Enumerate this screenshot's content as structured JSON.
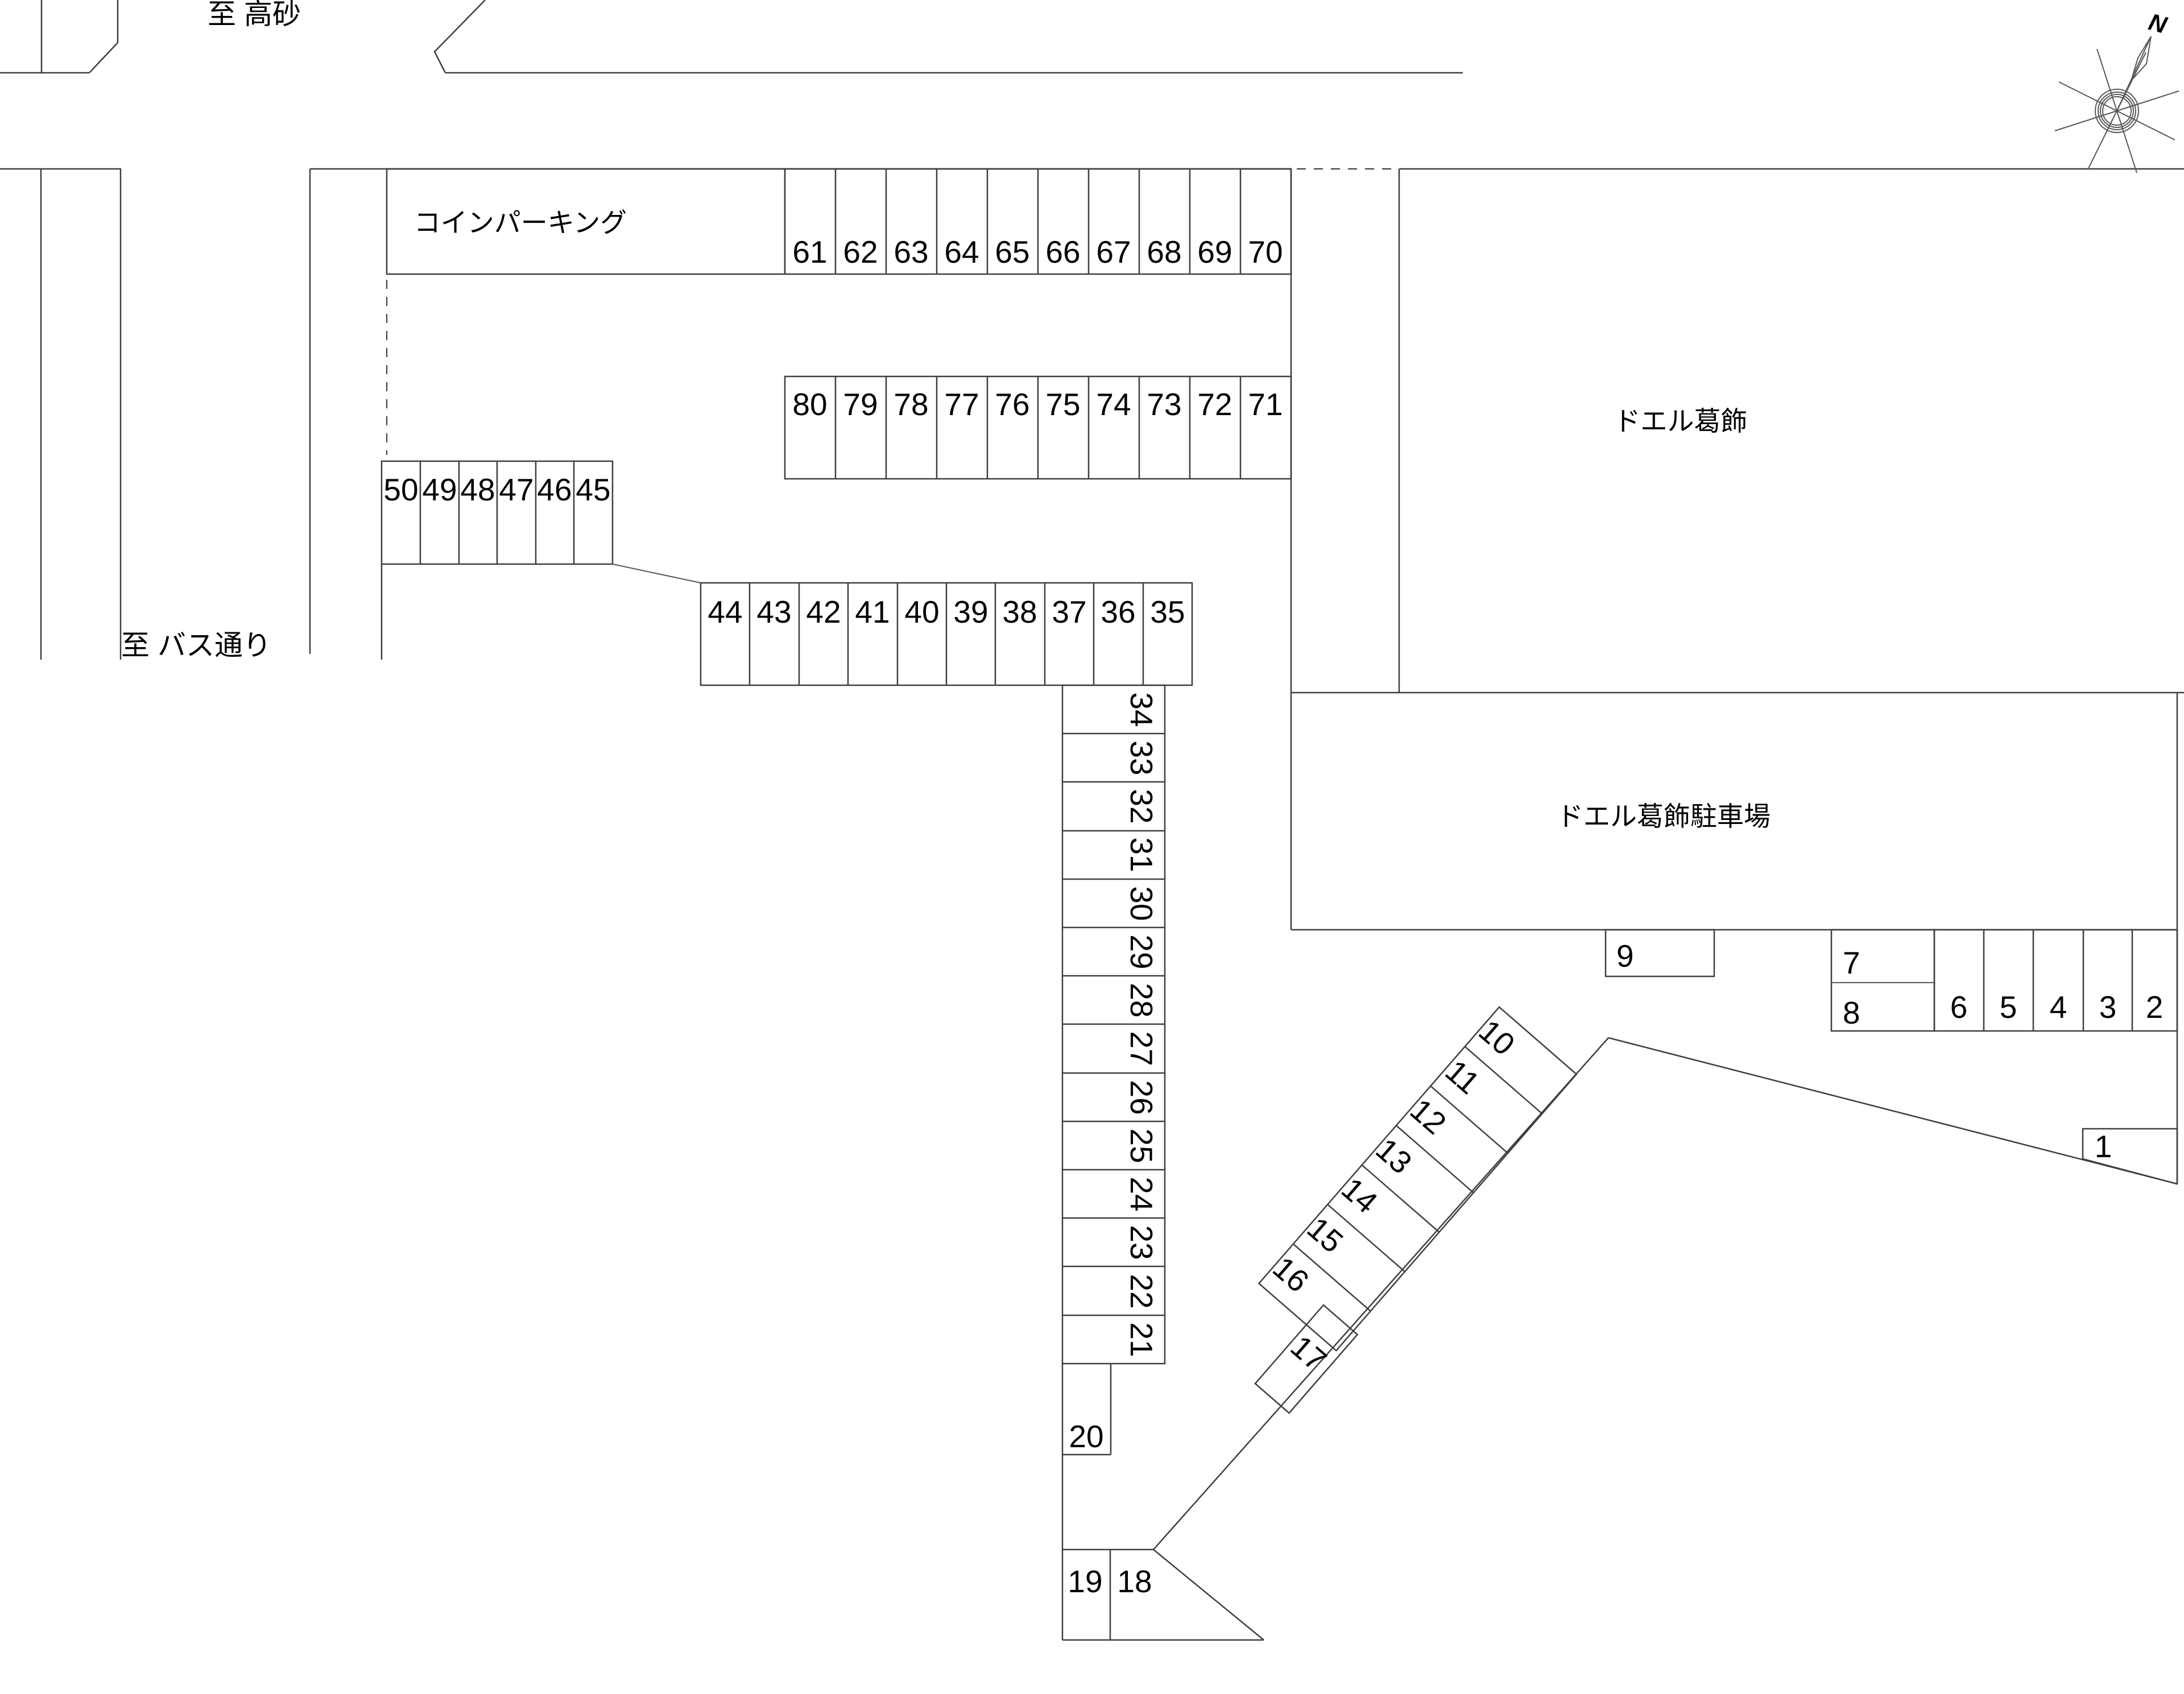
{
  "labels": {
    "to_takasago": "至 高砂",
    "to_bus_street": "至 バス通り",
    "coin_parking": "コインパーキング",
    "building": "ドエル葛飾",
    "parking_lot": "ドエル葛飾駐車場",
    "north": "N"
  },
  "spaces": {
    "row_61_70": [
      "61",
      "62",
      "63",
      "64",
      "65",
      "66",
      "67",
      "68",
      "69",
      "70"
    ],
    "row_80_71": [
      "80",
      "79",
      "78",
      "77",
      "76",
      "75",
      "74",
      "73",
      "72",
      "71"
    ],
    "row_50_45": [
      "50",
      "49",
      "48",
      "47",
      "46",
      "45"
    ],
    "row_44_35": [
      "44",
      "43",
      "42",
      "41",
      "40",
      "39",
      "38",
      "37",
      "36",
      "35"
    ],
    "col_34_21": [
      "34",
      "33",
      "32",
      "31",
      "30",
      "29",
      "28",
      "27",
      "26",
      "25",
      "24",
      "23",
      "22",
      "21"
    ],
    "diag_10_16": [
      "10",
      "11",
      "12",
      "13",
      "14",
      "15",
      "16"
    ],
    "space_17": "17",
    "space_20": "20",
    "space_19": "19",
    "space_18": "18",
    "space_9": "9",
    "space_7": "7",
    "space_8": "8",
    "row_6_2": [
      "6",
      "5",
      "4",
      "3",
      "2"
    ],
    "space_1": "1"
  },
  "colors": {
    "background": "#ffffff",
    "line": "#3f3f3f",
    "text": "#000000"
  }
}
